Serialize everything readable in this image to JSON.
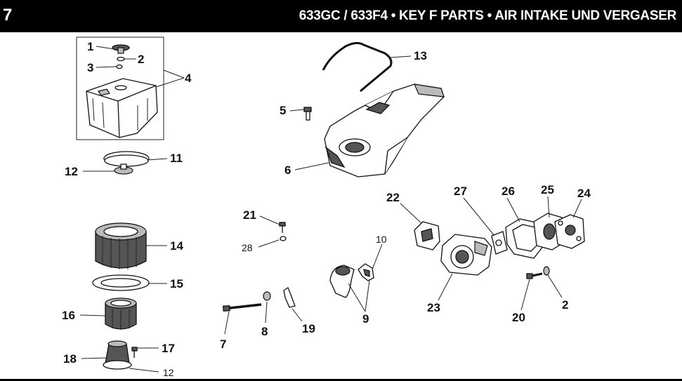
{
  "header": {
    "page_number": "7",
    "title": "633GC / 633F4 • KEY F PARTS •  AIR INTAKE UND VERGASER"
  },
  "callouts": {
    "c1": "1",
    "c2": "2",
    "c3": "3",
    "c4": "4",
    "c5": "5",
    "c6": "6",
    "c7": "7",
    "c8": "8",
    "c9": "9",
    "c10": "10",
    "c11": "11",
    "c12a": "12",
    "c12b": "12",
    "c13": "13",
    "c14": "14",
    "c15": "15",
    "c16": "16",
    "c17": "17",
    "c18": "18",
    "c19": "19",
    "c20": "20",
    "c2b": "2",
    "c21": "21",
    "c22": "22",
    "c23": "23",
    "c24": "24",
    "c25": "25",
    "c26": "26",
    "c27": "27",
    "c28": "28"
  }
}
